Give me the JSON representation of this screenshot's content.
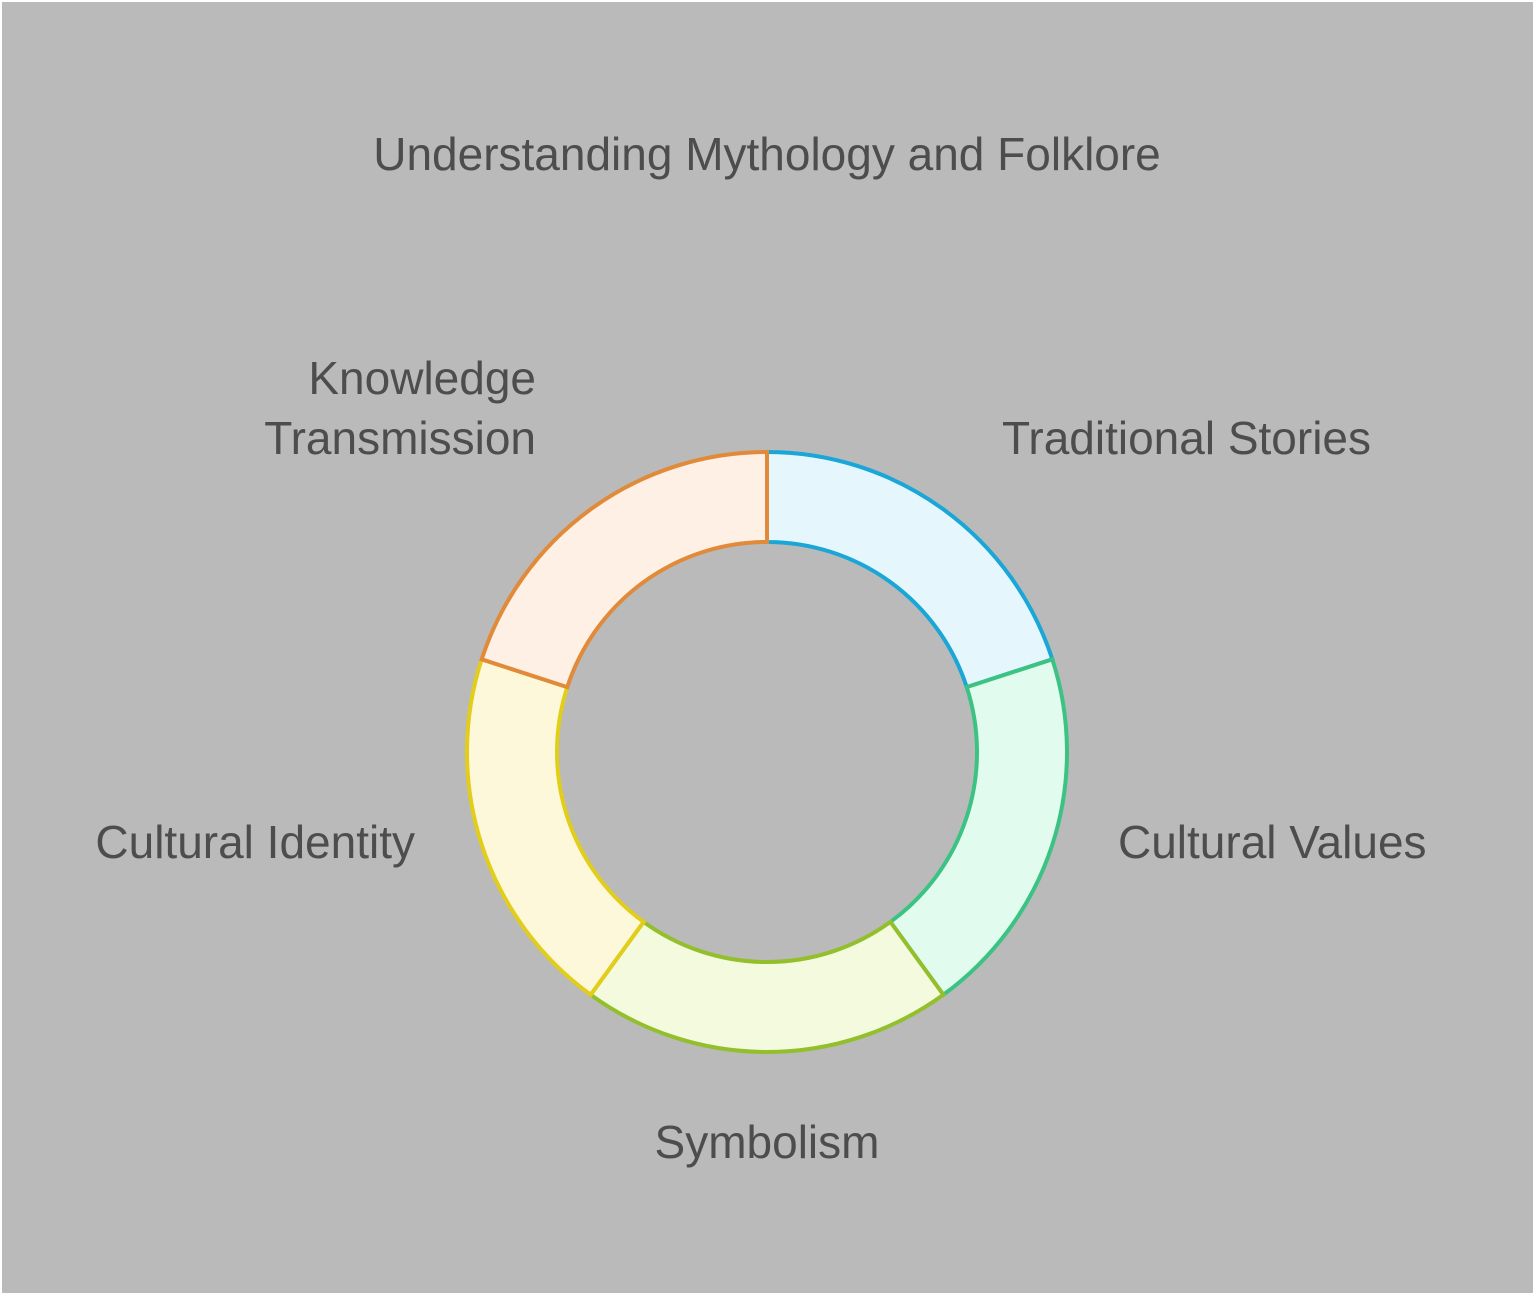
{
  "title": "Understanding Mythology and Folklore",
  "segments": [
    {
      "label_lines": [
        "Traditional Stories"
      ],
      "stroke": "#1aa6d6",
      "fill": "#e5f7fd"
    },
    {
      "label_lines": [
        "Cultural Values"
      ],
      "stroke": "#3cc384",
      "fill": "#e1fbee"
    },
    {
      "label_lines": [
        "Symbolism"
      ],
      "stroke": "#93bf2c",
      "fill": "#f3fadd"
    },
    {
      "label_lines": [
        "Cultural Identity"
      ],
      "stroke": "#e2cd1a",
      "fill": "#fef8da"
    },
    {
      "label_lines": [
        "Knowledge",
        "Transmission"
      ],
      "stroke": "#e08a3a",
      "fill": "#fef0e4"
    }
  ],
  "colors": {
    "background": "#bababa",
    "text": "#4d4d4d",
    "border": "#ffffff"
  }
}
